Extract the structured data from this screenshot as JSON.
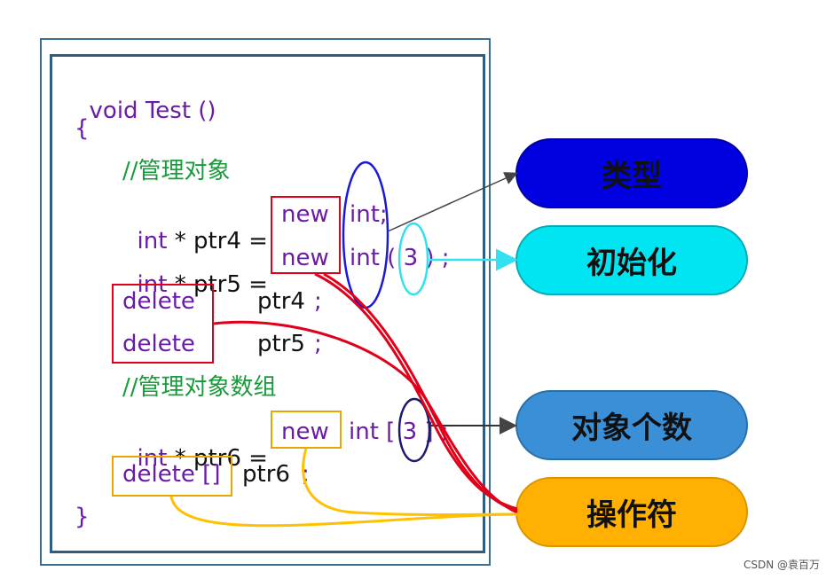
{
  "code": {
    "line1_keyword": "void",
    "line1_name": "Test ()",
    "open_brace": "{",
    "comment1": "//管理对象",
    "line_ptr4_type": "int",
    "line_ptr4_star": "* ptr4 =",
    "line_ptr4_new": "new",
    "line_ptr4_tail": "int;",
    "line_ptr5_type": "int",
    "line_ptr5_star": "* ptr5 =",
    "line_ptr5_new": "new",
    "line_ptr5_tail": "int ( 3 ) ;",
    "delete1_kw": "delete",
    "delete1_var": "ptr4",
    "delete1_semi": ";",
    "delete2_kw": "delete",
    "delete2_var": "ptr5",
    "delete2_semi": ";",
    "comment2": "//管理对象数组",
    "line_ptr6_type": "int",
    "line_ptr6_star": "* ptr6 =",
    "line_ptr6_new": "new",
    "line_ptr6_tail": "int [ 3 ] ;",
    "delete3_kw": "delete []",
    "delete3_var": "ptr6",
    "delete3_semi": ";",
    "close_brace": "}"
  },
  "labels": {
    "type": "类型",
    "init": "初始化",
    "count": "对象个数",
    "operator": "操作符"
  },
  "colors": {
    "type_pill": "#0000e0",
    "init_pill": "#00e5f2",
    "count_pill": "#3a8fd6",
    "operator_pill": "#ffb000",
    "red": "#e0001a",
    "orange": "#e8a600",
    "blue_ellipse": "#1a1ad6",
    "cyan": "#33e0f0",
    "navy": "#1a1a6e"
  },
  "watermark": "CSDN @袁百万"
}
